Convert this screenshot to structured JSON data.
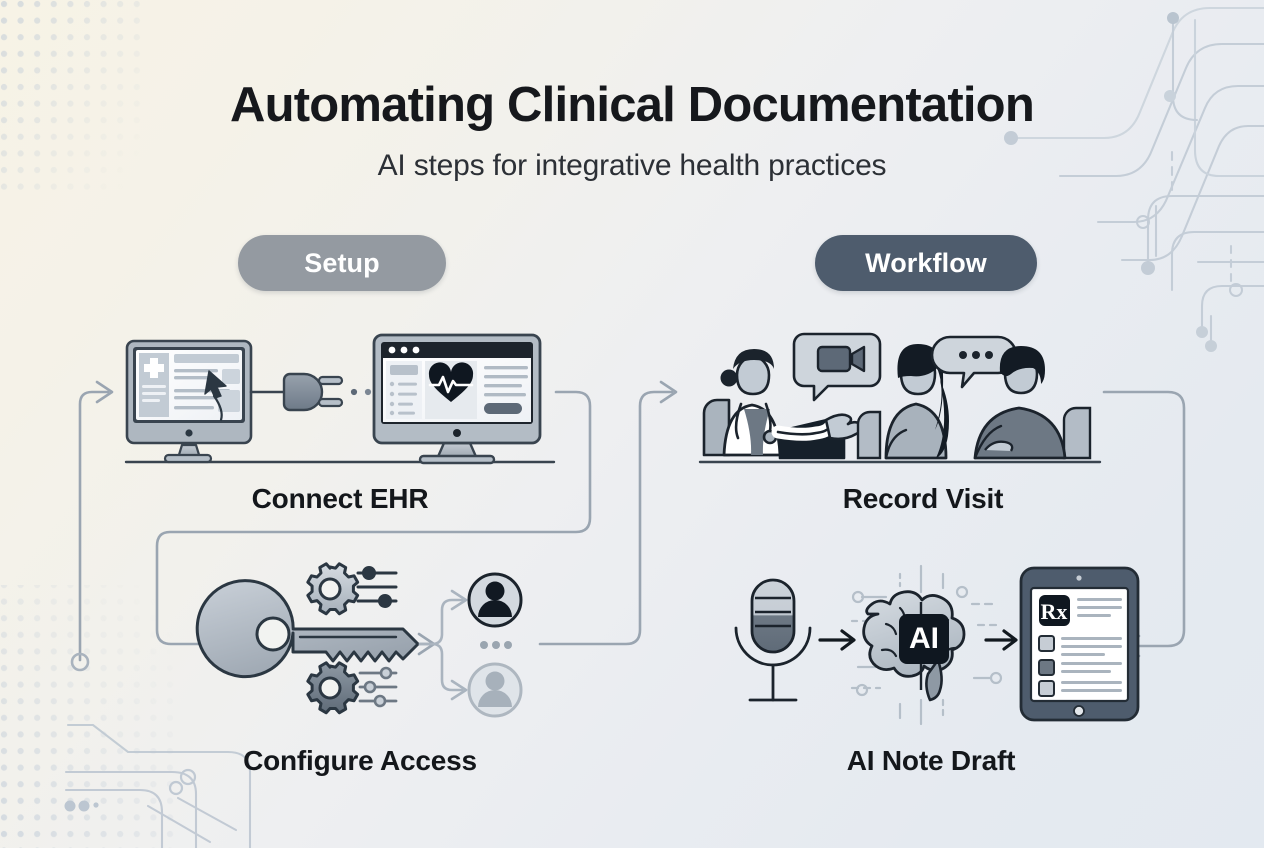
{
  "header": {
    "title": "Automating Clinical Documentation",
    "subtitle": "AI steps for integrative health practices"
  },
  "sections": [
    {
      "id": "setup",
      "label": "Setup",
      "color": "#949aa1"
    },
    {
      "id": "workflow",
      "label": "Workflow",
      "color": "#4e5c6d"
    }
  ],
  "steps": [
    {
      "id": "connect-ehr",
      "label": "Connect EHR",
      "section": "setup",
      "illustration": "two-monitors-plug",
      "icons": [
        "monitor-ehr-icon",
        "medical-cross-icon",
        "cursor-arrow-icon",
        "power-plug-icon",
        "monitor-browser-icon",
        "heart-pulse-icon"
      ]
    },
    {
      "id": "configure-access",
      "label": "Configure Access",
      "section": "setup",
      "illustration": "key-gears-users",
      "icons": [
        "key-icon",
        "gear-icon",
        "slider-settings-icon",
        "user-avatar-icon"
      ]
    },
    {
      "id": "record-visit",
      "label": "Record Visit",
      "section": "workflow",
      "illustration": "clinician-and-patients",
      "icons": [
        "doctor-icon",
        "stethoscope-icon",
        "clipboard-icon",
        "video-camera-bubble-icon",
        "chat-bubble-icon",
        "patient-icon"
      ]
    },
    {
      "id": "ai-note-draft",
      "label": "AI Note Draft",
      "section": "workflow",
      "illustration": "mic-brain-tablet",
      "badge": "AI",
      "prescription_symbol": "Rx",
      "icons": [
        "microphone-icon",
        "brain-icon",
        "ai-badge-icon",
        "arrow-right-icon",
        "tablet-icon",
        "rx-icon"
      ]
    }
  ],
  "theme": {
    "background_start": "#f7f3e6",
    "background_end": "#e3e9f0",
    "ink": "#2f3b49",
    "line": "#99a4b0",
    "accent_dark": "#4e5c6d",
    "accent_gray": "#949aa1"
  }
}
